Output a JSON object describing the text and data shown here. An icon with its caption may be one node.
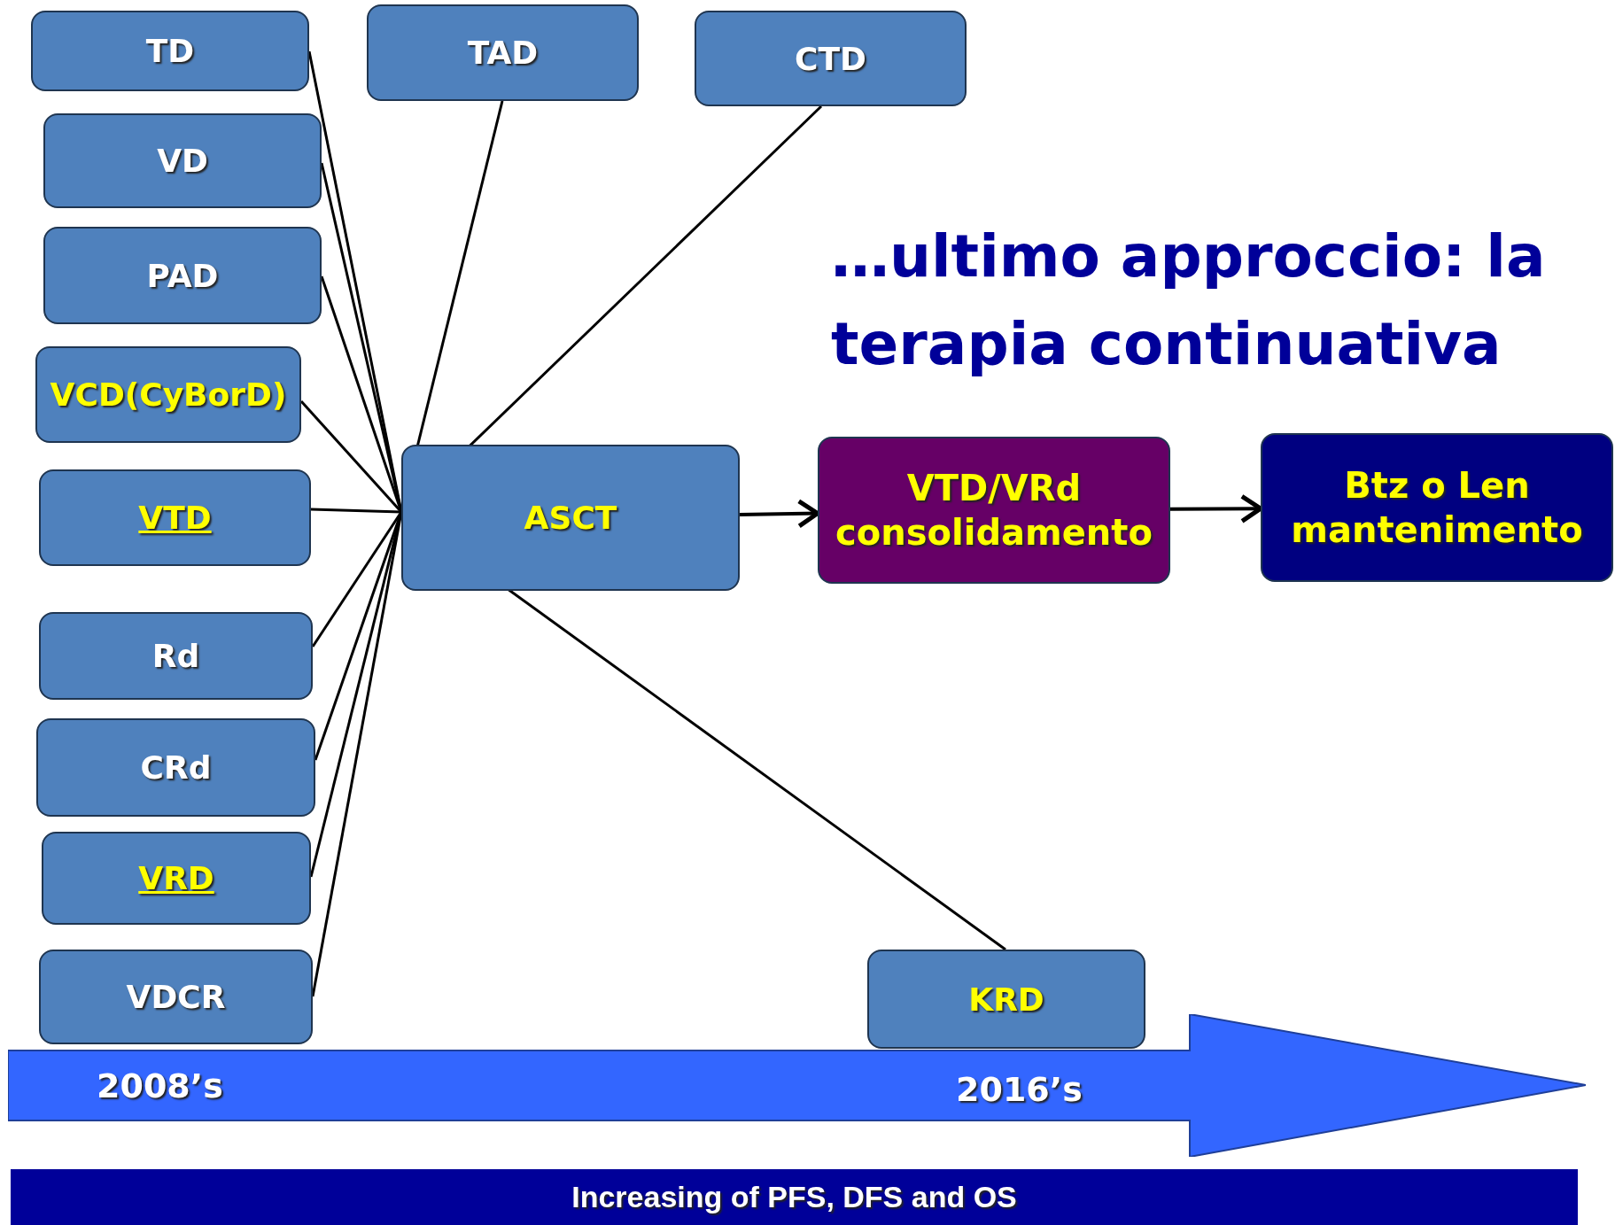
{
  "diagram": {
    "title": "…ultimo approccio: la terapia continuativa",
    "nodes": [
      {
        "text": [
          "TD"
        ]
      },
      {
        "text": [
          "TAD"
        ]
      },
      {
        "text": [
          "CTD"
        ]
      },
      {
        "text": [
          "VD"
        ]
      },
      {
        "text": [
          "PAD"
        ]
      },
      {
        "text": [
          "VCD(CyBorD)"
        ]
      },
      {
        "text": [
          "VTD"
        ]
      },
      {
        "text": [
          "ASCT"
        ]
      },
      {
        "text": [
          "VTD/VRd consolidamento"
        ]
      },
      {
        "text": [
          "Btz o Len mantenimento"
        ]
      },
      {
        "text": [
          "Rd"
        ]
      },
      {
        "text": [
          "CRd"
        ]
      },
      {
        "text": [
          "VRD"
        ]
      },
      {
        "text": [
          "VDCR"
        ]
      },
      {
        "text": [
          "KRD"
        ]
      },
      {
        "text": [
          "2008’s",
          "2016’s"
        ]
      },
      {
        "text": [
          "Increasing of PFS, DFS and OS"
        ]
      }
    ],
    "edges": [
      {
        "from": 0,
        "to": 7,
        "arrow": "none"
      },
      {
        "from": 1,
        "to": 7,
        "arrow": "none"
      },
      {
        "from": 2,
        "to": 7,
        "arrow": "none"
      },
      {
        "from": 3,
        "to": 7,
        "arrow": "none"
      },
      {
        "from": 4,
        "to": 7,
        "arrow": "none"
      },
      {
        "from": 5,
        "to": 7,
        "arrow": "none"
      },
      {
        "from": 6,
        "to": 7,
        "arrow": "none"
      },
      {
        "from": 10,
        "to": 7,
        "arrow": "none"
      },
      {
        "from": 11,
        "to": 7,
        "arrow": "none"
      },
      {
        "from": 12,
        "to": 7,
        "arrow": "none"
      },
      {
        "from": 13,
        "to": 7,
        "arrow": "none"
      },
      {
        "from": 14,
        "to": 7,
        "arrow": "none"
      },
      {
        "from": 7,
        "to": 8,
        "arrow": "to"
      },
      {
        "from": 8,
        "to": 9,
        "arrow": "to"
      }
    ]
  }
}
